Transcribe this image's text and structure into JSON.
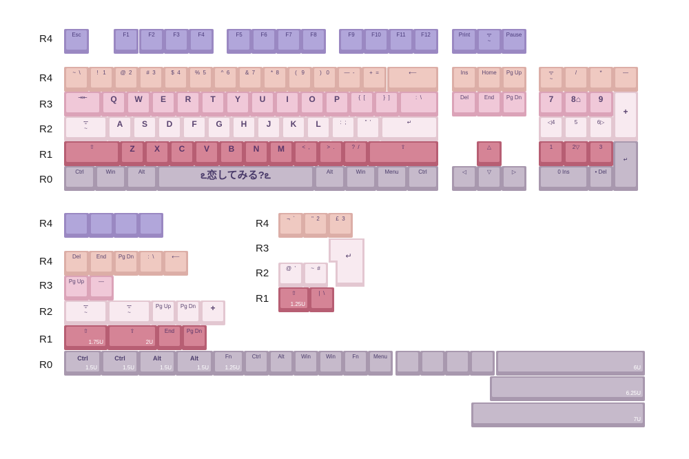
{
  "rows": {
    "f": "R4",
    "num": "R4",
    "top": "R3",
    "home": "R2",
    "bottom": "R1",
    "space": "R0",
    "k1": "R4",
    "k2": "R4",
    "k3": "R3",
    "k4": "R2",
    "k5": "R1",
    "k6": "R0",
    "u1": "R4",
    "u2": "R3",
    "u3": "R2",
    "u4": "R1"
  },
  "colors": {
    "purple": "#b1a6da",
    "peach": "#efc9c1",
    "pink": "#f0c8d8",
    "white": "#f8eaf0",
    "rose": "#d58496",
    "grey": "#c6bacb"
  },
  "keys": {
    "esc": "Esc",
    "f1": "F1",
    "f2": "F2",
    "f3": "F3",
    "f4": "F4",
    "f5": "F5",
    "f6": "F6",
    "f7": "F7",
    "f8": "F8",
    "f9": "F9",
    "f10": "F10",
    "f11": "F11",
    "f12": "F12",
    "print": "Print",
    "pause": "Pause",
    "n_tilde": "~  \\",
    "n1": "!   1",
    "n2": "@  2",
    "n3": "#  3",
    "n4": "$  4",
    "n5": "%  5",
    "n6": "^  6",
    "n7": "&  7",
    "n8": "*  8",
    "n9": "(   9",
    "n0": ")   0",
    "nminus": "—  -",
    "nplus": "+  =",
    "ins": "Ins",
    "home": "Home",
    "pgup": "Pg Up",
    "np_slash": "/",
    "np_star": "*",
    "np_minus": "—",
    "tab": "⇥⇤",
    "q": "Q",
    "w": "W",
    "e": "E",
    "r": "R",
    "t": "T",
    "y": "Y",
    "u": "U",
    "i": "I",
    "o": "O",
    "p": "P",
    "lbr": "{  [",
    "rbr": "}  ]",
    "pipe": ":  \\",
    "del": "Del",
    "end": "End",
    "pgdn": "Pg Dn",
    "np7": "7",
    "np8": "8⌂",
    "np9": "9",
    "np_plus": "+",
    "a": "A",
    "s": "S",
    "d": "D",
    "f": "F",
    "g": "G",
    "h": "H",
    "j": "J",
    "k": "K",
    "l": "L",
    "semi": ":  ;",
    "quote": "\"  '",
    "np4": "◁4",
    "np5": "5",
    "np6": "6▷",
    "z": "Z",
    "x": "X",
    "c": "C",
    "v": "V",
    "b": "B",
    "n": "N",
    "m": "M",
    "comma": "<  ,",
    "period": ">  .",
    "slash": "?  /",
    "np1": "1",
    "np2": "2▽",
    "np3": "3",
    "ctrl": "Ctrl",
    "win": "Win",
    "alt": "Alt",
    "space": "ఽ恋してみる?ఽ",
    "menu": "Menu",
    "np0": "0 Ins",
    "np_del": "• Del"
  },
  "kit": {
    "del": "Del",
    "end": "End",
    "pgdn": "Pg Dn",
    "pipe": ":  \\",
    "pgup": "Pg Up",
    "dash": "—",
    "pgup2": "Pg Up",
    "pgdn2": "Pg Dn",
    "plus": "+",
    "end2": "End",
    "pgdn3": "Pg Dn",
    "ctrl": "Ctrl",
    "alt": "Alt",
    "fn": "Fn",
    "win": "Win",
    "menu": "Menu",
    "iso1": "¬  `",
    "iso2": "\"  2",
    "iso3": "£  3",
    "iso4": "@  '",
    "iso5": "~  #",
    "iso6": "|  \\"
  },
  "sizes": {
    "s175": "1.75U",
    "s2": "2U",
    "s15": "1.5U",
    "s125": "1.25U",
    "s6": "6U",
    "s625": "6.25U",
    "s7": "7U"
  }
}
